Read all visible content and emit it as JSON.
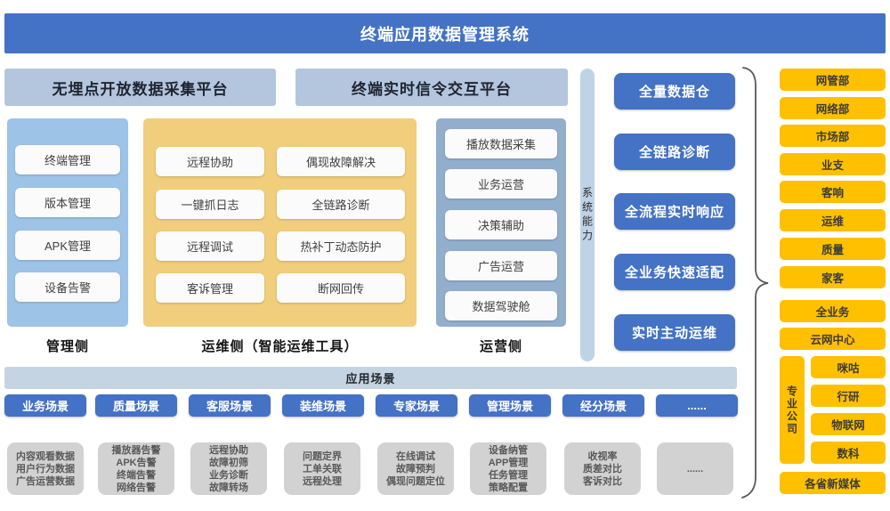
{
  "title": "终端应用数据管理系统",
  "platforms": [
    {
      "label": "无埋点开放数据采集平台"
    },
    {
      "label": "终端实时信令交互平台"
    }
  ],
  "sys_capability_label": "系统能力",
  "panels": [
    {
      "label": "管理侧",
      "items": [
        "终端管理",
        "版本管理",
        "APK管理",
        "设备告警"
      ]
    },
    {
      "label": "运维侧（智能运维工具）",
      "items_left": [
        "远程协助",
        "一键抓日志",
        "远程调试",
        "客诉管理"
      ],
      "items_right": [
        "偶现故障解决",
        "全链路诊断",
        "热补丁动态防护",
        "断网回传"
      ]
    },
    {
      "label": "运营侧",
      "items": [
        "播放数据采集",
        "业务运营",
        "决策辅助",
        "广告运营",
        "数据驾驶舱"
      ]
    }
  ],
  "capabilities": [
    "全量数据仓",
    "全链路诊断",
    "全流程实时响应",
    "全业务快速适配",
    "实时主动运维"
  ],
  "departments": [
    "网管部",
    "网络部",
    "市场部",
    "业支",
    "客响",
    "运维",
    "质量",
    "家客",
    "全业务",
    "云网中心"
  ],
  "professional_group": {
    "label": "专业公司",
    "items": [
      "咪咕",
      "行研",
      "物联网",
      "数科"
    ]
  },
  "provincial_label": "各省新媒体",
  "app_scenarios_label": "应用场景",
  "scenarios": [
    {
      "title": "业务场景",
      "items": [
        "内容观看数据",
        "用户行为数据",
        "广告运营数据"
      ]
    },
    {
      "title": "质量场景",
      "items": [
        "播放器告警",
        "APK告警",
        "终端告警",
        "网络告警"
      ]
    },
    {
      "title": "客服场景",
      "items": [
        "远程协助",
        "故障初筛",
        "业务诊断",
        "故障转场"
      ]
    },
    {
      "title": "装维场景",
      "items": [
        "问题定界",
        "工单关联",
        "远程处理"
      ]
    },
    {
      "title": "专家场景",
      "items": [
        "在线调试",
        "故障预判",
        "偶现问题定位"
      ]
    },
    {
      "title": "管理场景",
      "items": [
        "设备纳管",
        "APP管理",
        "任务管理",
        "策略配置"
      ]
    },
    {
      "title": "经分场景",
      "items": [
        "收视率",
        "质差对比",
        "客诉对比"
      ]
    },
    {
      "title": "......",
      "items": [
        "......"
      ]
    }
  ],
  "colors": {
    "accent-blue": "#4472C4",
    "header-blue": "#B3C6DE",
    "panel-light-blue": "#9DC3E6",
    "panel-yellow": "#F0CE7C",
    "panel-steel-blue": "#92AECD",
    "sysbar-blue": "#BED3E6",
    "gold": "#FFC000",
    "appbar-blue": "#C5D4E2",
    "gray-box": "#D2D2D2"
  }
}
